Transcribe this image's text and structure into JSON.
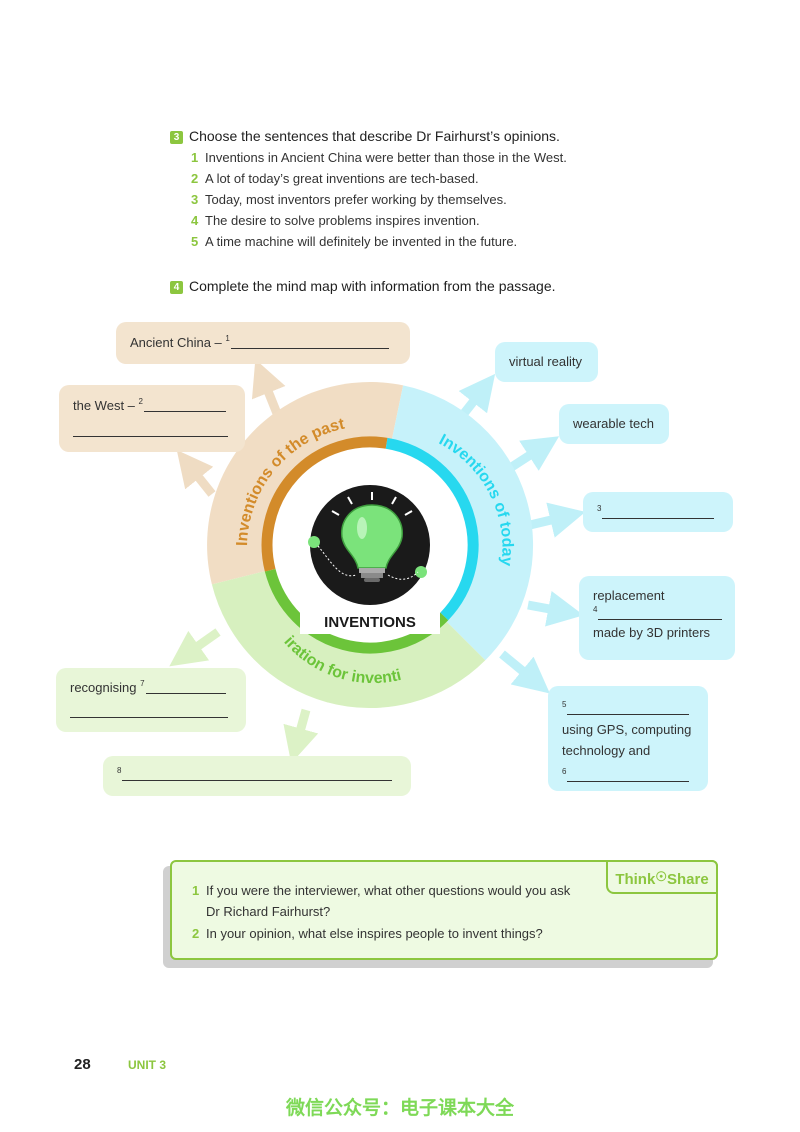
{
  "exercise3": {
    "number": "3",
    "title": "Choose the sentences that describe Dr Fairhurst’s opinions.",
    "items": [
      {
        "n": "1",
        "text": "Inventions in Ancient China were better than those in the West."
      },
      {
        "n": "2",
        "text": "A lot of today’s great inventions are tech-based."
      },
      {
        "n": "3",
        "text": "Today, most inventors prefer working by themselves."
      },
      {
        "n": "4",
        "text": "The desire to solve problems inspires invention."
      },
      {
        "n": "5",
        "text": "A time machine will definitely be invented in the future."
      }
    ]
  },
  "exercise4": {
    "number": "4",
    "title": "Complete the mind map with information from the passage."
  },
  "mindmap": {
    "center": "INVENTIONS",
    "segments": {
      "past": "Inventions of the past",
      "today": "Inventions of today",
      "inspiration": "Inspiration for inventions"
    },
    "past_boxes": {
      "ancient_china": {
        "label": "Ancient China –",
        "num": "1"
      },
      "west": {
        "label": "the West –",
        "num": "2"
      }
    },
    "today_boxes": {
      "virtual_reality": "virtual reality",
      "wearable_tech": "wearable tech",
      "blank3_num": "3",
      "replacement": {
        "line1": "replacement",
        "num": "4",
        "line3": "made by 3D printers"
      },
      "gps": {
        "num5": "5",
        "line2": "using GPS, computing",
        "line3": "technology and",
        "num6": "6"
      }
    },
    "inspiration_boxes": {
      "recognising": {
        "label": "recognising",
        "num": "7"
      },
      "blank8_num": "8"
    },
    "colors": {
      "tan": "#d38b2a",
      "blue": "#27d8ef",
      "green": "#6cc43a"
    }
  },
  "think_share": {
    "tag_left": "Think",
    "tag_right": "Share",
    "items": [
      {
        "n": "1",
        "line1": "If you were the interviewer, what other questions would you ask",
        "line2": "Dr Richard Fairhurst?"
      },
      {
        "n": "2",
        "line1": "In your opinion, what else inspires people to invent things?"
      }
    ]
  },
  "footer": {
    "page_number": "28",
    "unit": "UNIT 3",
    "watermark": "微信公众号：电子课本大全"
  }
}
